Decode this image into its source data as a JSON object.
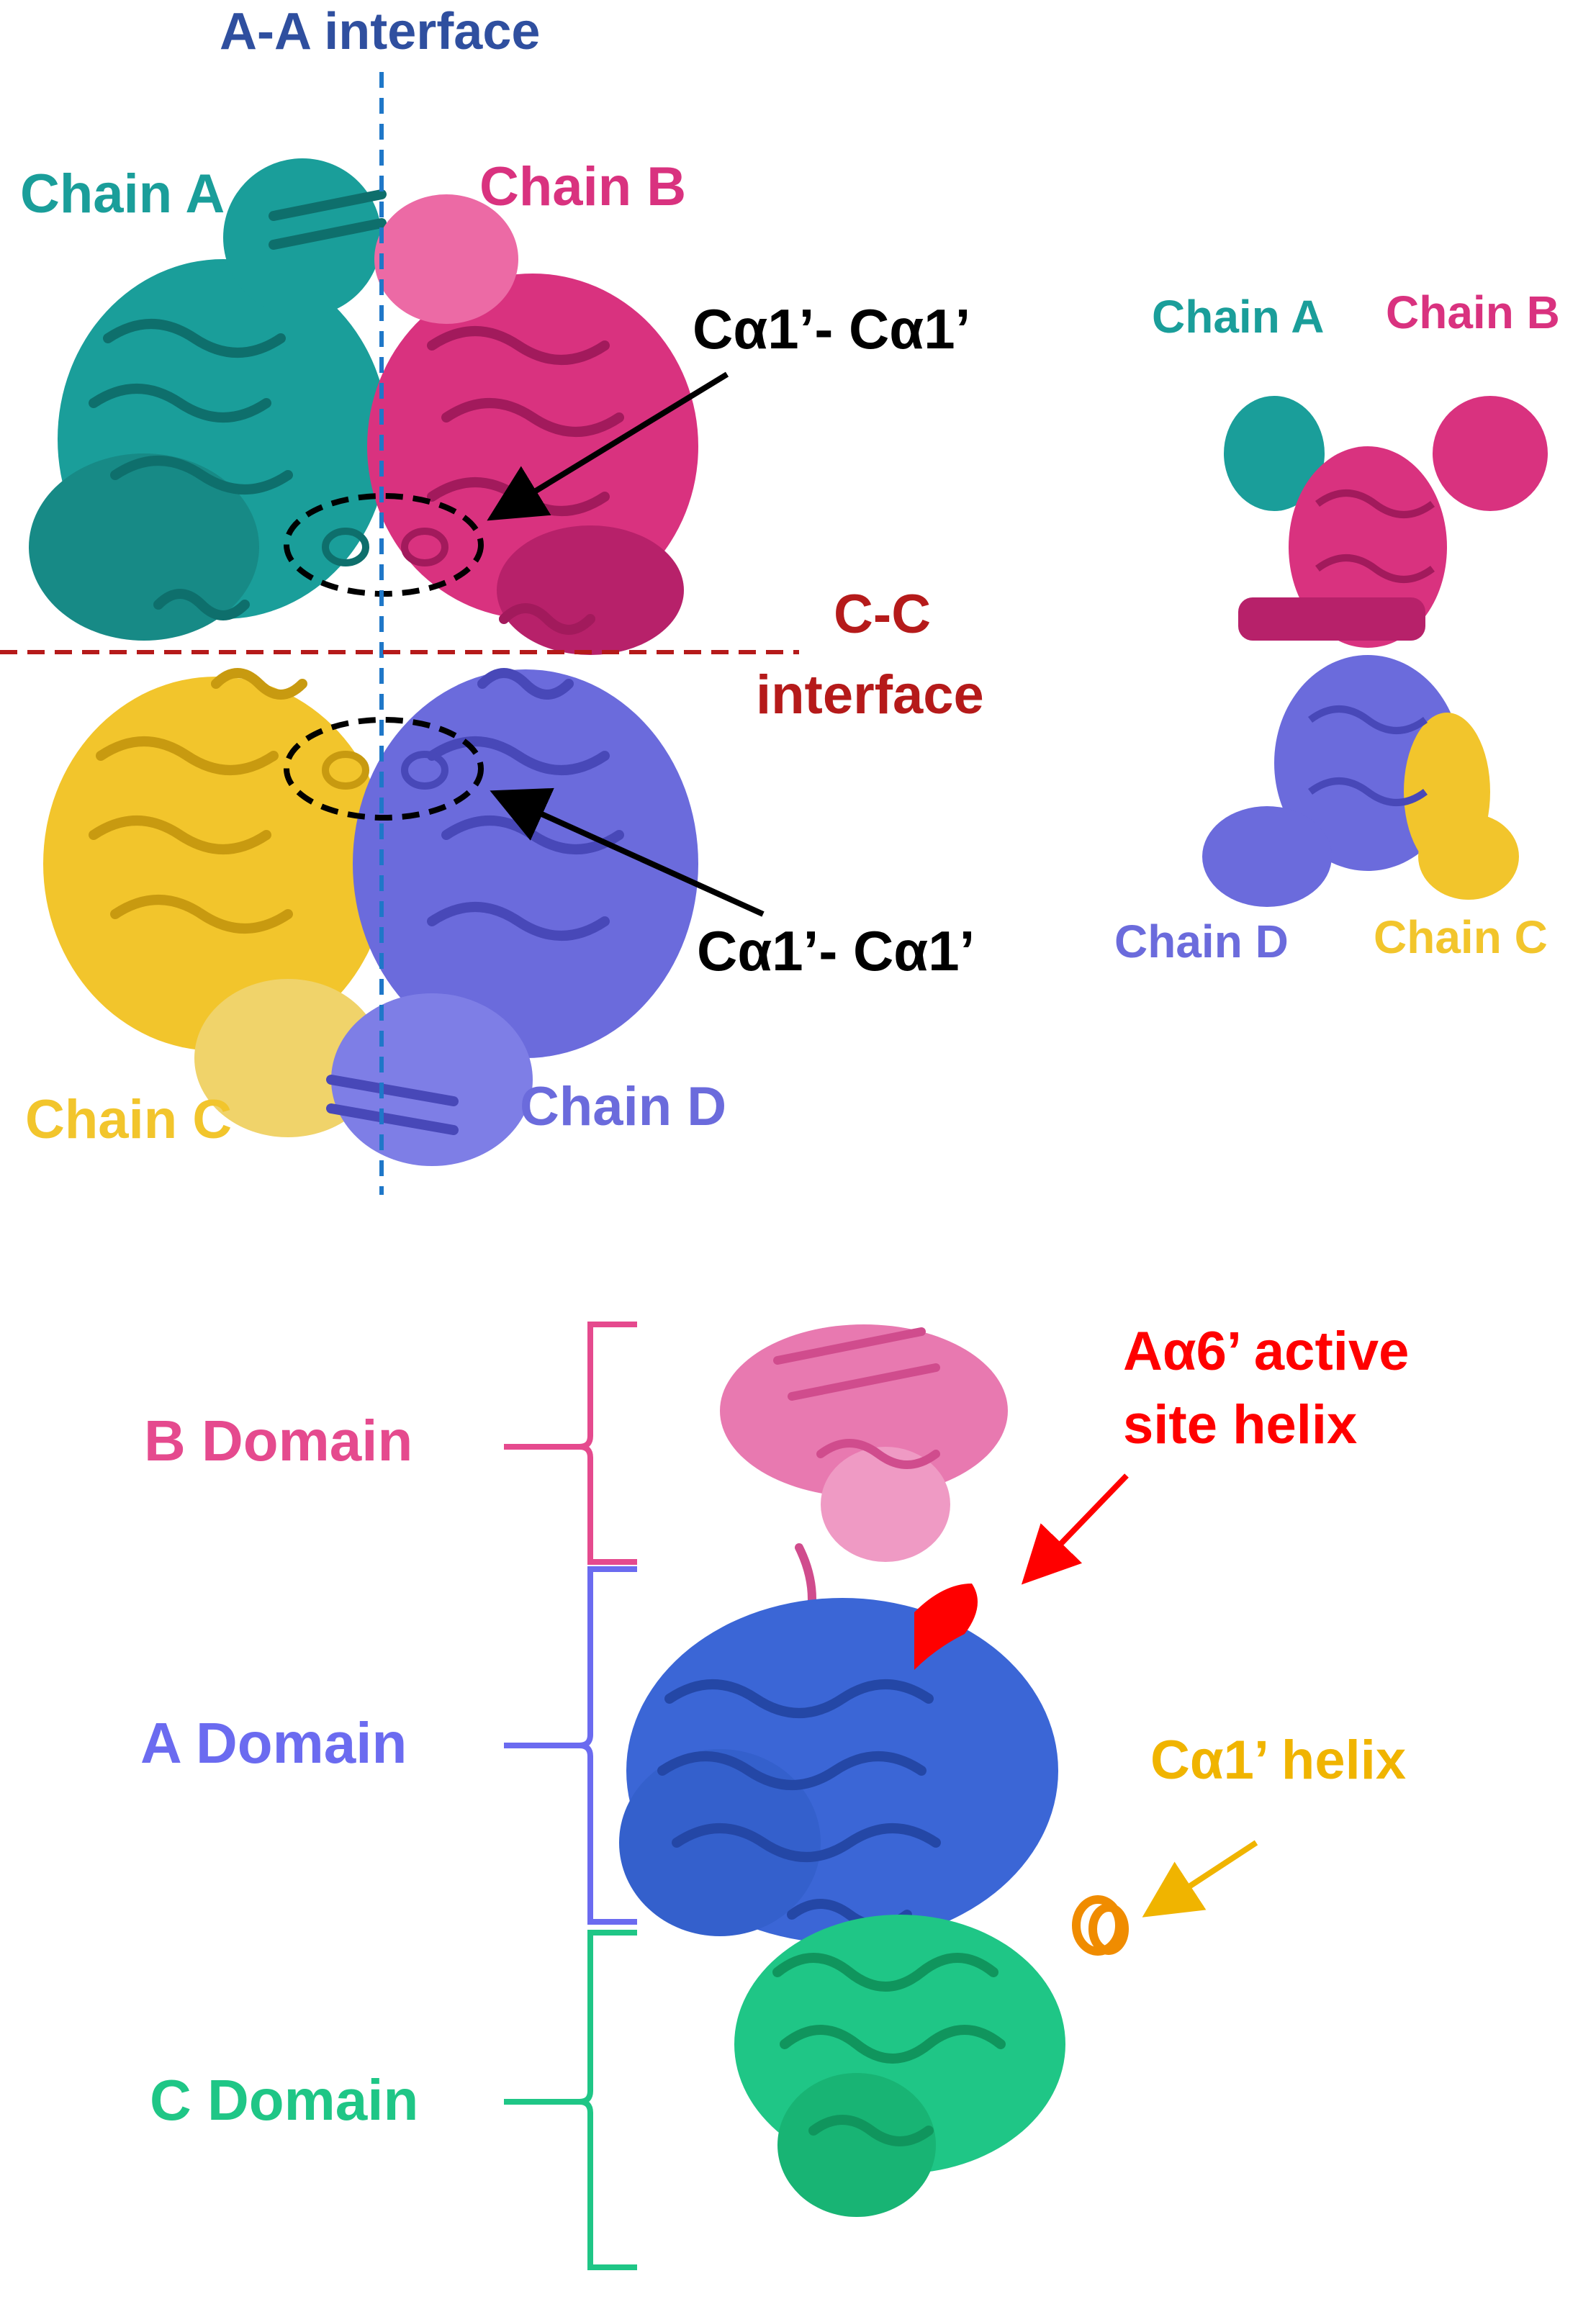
{
  "colors": {
    "chainA": "#1a9e9a",
    "chainB": "#d9327f",
    "chainC": "#f2c52c",
    "chainD": "#6b6bdc",
    "aa_interface": "#2f4f9f",
    "cc_interface": "#b51a1a",
    "aa_line": "#1f77c8",
    "domainB": "#e54a8e",
    "domainA": "#6b6bf0",
    "domainC": "#1fc686",
    "active_site": "#ff0000",
    "calpha_helix": "#f0b400",
    "black": "#000000"
  },
  "top_panel": {
    "aa_interface_label": "A-A interface",
    "cc_interface_label_line1": "C-C",
    "cc_interface_label_line2": "interface",
    "chain_a": "Chain A",
    "chain_b": "Chain B",
    "chain_c": "Chain C",
    "chain_d": "Chain D",
    "calpha_upper": "Cα1’- Cα1’",
    "calpha_lower": "Cα1’- Cα1’"
  },
  "side_panel": {
    "chain_a": "Chain A",
    "chain_b": "Chain B",
    "chain_d": "Chain D",
    "chain_c": "Chain C"
  },
  "bottom_panel": {
    "b_domain": "B Domain",
    "a_domain": "A Domain",
    "c_domain": "C Domain",
    "active_site_line1": "Aα6’ active",
    "active_site_line2": "site helix",
    "calpha_helix": "Cα1’ helix"
  }
}
